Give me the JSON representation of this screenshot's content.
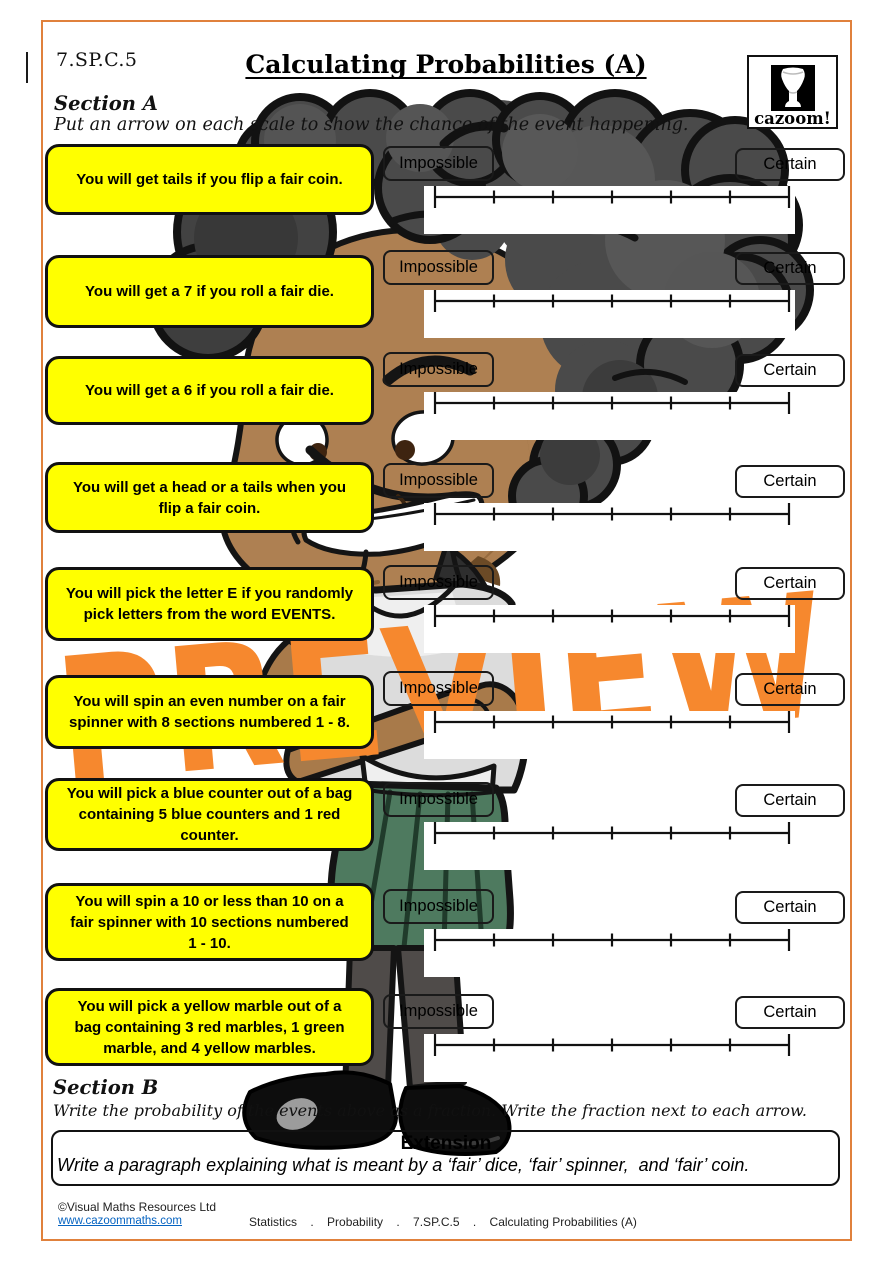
{
  "page": {
    "code": "7.SP.C.5",
    "title": "Calculating Probabilities (A)",
    "watermark": "PREVIEW",
    "accent_color": "#E0813C",
    "watermark_color": "#F6882E"
  },
  "logo": {
    "brand": "cazoom!",
    "icon": "djembe-drum-icon"
  },
  "section_a": {
    "heading": "Section A",
    "instruction": "Put an arrow on each scale to show the chance of the event happening."
  },
  "scale": {
    "left_label": "Impossible",
    "right_label": "Certain",
    "tick_count": 7
  },
  "events": [
    {
      "lines": [
        "You will get tails if you flip a fair coin."
      ]
    },
    {
      "lines": [
        "You will get a 7 if you roll a fair die."
      ]
    },
    {
      "lines": [
        "You will get a 6 if you roll a fair die."
      ]
    },
    {
      "lines": [
        "You will get a head or a tails when you",
        "flip a fair coin."
      ]
    },
    {
      "lines": [
        "You will pick the letter E if you randomly",
        "pick letters from the word EVENTS."
      ]
    },
    {
      "lines": [
        "You will spin an even number on a fair",
        "spinner with 8 sections numbered 1 - 8."
      ]
    },
    {
      "lines": [
        "You will pick a blue counter out of a bag",
        "containing 5 blue counters and 1 red",
        "counter."
      ]
    },
    {
      "lines": [
        "You will spin a 10 or less than 10 on a",
        "fair spinner with 10 sections numbered",
        "1 - 10."
      ]
    },
    {
      "lines": [
        "You will pick a yellow marble out of a",
        "bag containing 3 red marbles, 1 green",
        "marble, and 4 yellow marbles."
      ]
    }
  ],
  "section_b": {
    "heading": "Section B",
    "instruction": "Write the probability of the events above as a fraction. Write the fraction next to each arrow."
  },
  "extension": {
    "heading": "Extension",
    "text": "Write a paragraph explaining what is meant by a ‘fair’ dice, ‘fair’ spinner,  and ‘fair’ coin."
  },
  "footer": {
    "copyright": "©Visual Maths Resources Ltd",
    "website": "www.cazoommaths.com",
    "categories": [
      "Statistics",
      "Probability",
      "7.SP.C.5",
      "Calculating Probabilities (A)"
    ]
  }
}
